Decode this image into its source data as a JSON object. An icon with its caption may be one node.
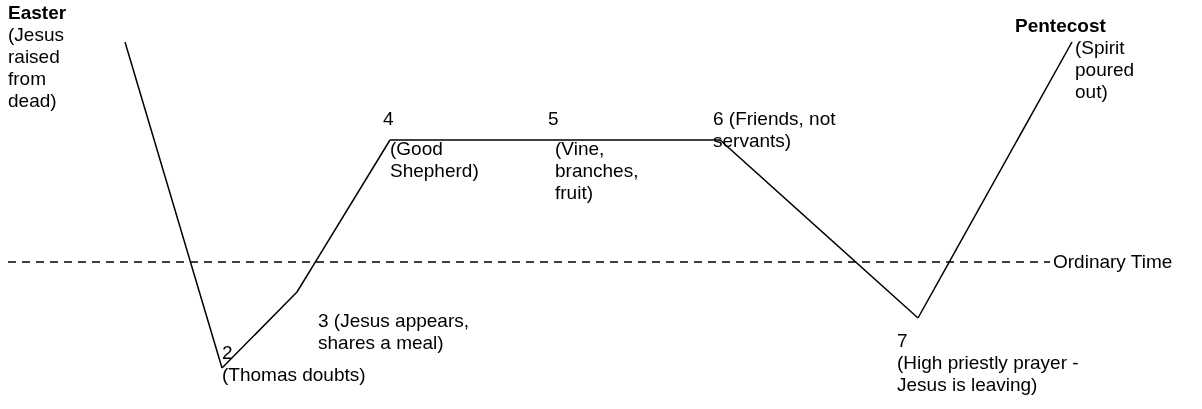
{
  "diagram": {
    "nodes": [
      {
        "text": [
          "Easter",
          "(Jesus raised from dead)"
        ]
      },
      {
        "text": [
          "2",
          "(Thomas doubts)"
        ]
      },
      {
        "text": [
          "3 (Jesus appears, shares a meal)"
        ]
      },
      {
        "text": [
          "4",
          "(Good Shepherd)"
        ]
      },
      {
        "text": [
          "5",
          "(Vine, branches, fruit)"
        ]
      },
      {
        "text": [
          "6 (Friends, not servants)"
        ]
      },
      {
        "text": [
          "7",
          "(High priestly prayer - Jesus is leaving)"
        ]
      },
      {
        "text": [
          "Pentecost",
          "(Spirit poured out)"
        ]
      }
    ],
    "edges": [
      {
        "from": 0,
        "to": 1,
        "arrow": "none"
      },
      {
        "from": 1,
        "to": 2,
        "arrow": "none"
      },
      {
        "from": 2,
        "to": 3,
        "arrow": "none"
      },
      {
        "from": 3,
        "to": 4,
        "arrow": "none"
      },
      {
        "from": 4,
        "to": 5,
        "arrow": "none"
      },
      {
        "from": 5,
        "to": 6,
        "arrow": "none"
      },
      {
        "from": 6,
        "to": 7,
        "arrow": "none"
      }
    ],
    "labels": [
      "Ordinary Time"
    ]
  }
}
